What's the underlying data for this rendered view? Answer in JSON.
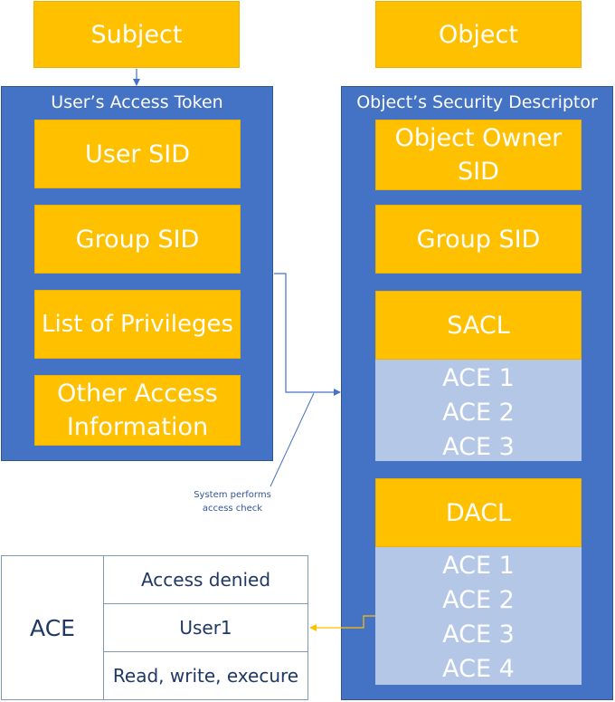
{
  "subject": {
    "label": "Subject"
  },
  "object": {
    "label": "Object"
  },
  "access_token": {
    "title": "User’s Access Token",
    "items": [
      "User SID",
      "Group SID",
      "List of Privileges",
      "Other Access Information"
    ]
  },
  "security_descriptor": {
    "title": "Object’s Security Descriptor",
    "owner": "Object Owner SID",
    "group": "Group SID",
    "sacl": {
      "label": "SACL",
      "aces": [
        "ACE 1",
        "ACE 2",
        "ACE 3"
      ]
    },
    "dacl": {
      "label": "DACL",
      "aces": [
        "ACE 1",
        "ACE 2",
        "ACE 3",
        "ACE 4"
      ]
    }
  },
  "access_check_note": {
    "line1": "System performs",
    "line2": "access check"
  },
  "ace_table": {
    "label": "ACE",
    "rows": [
      "Access denied",
      "User1",
      "Read, write, execure"
    ]
  },
  "colors": {
    "orange": "#FFC000",
    "blue": "#4472C4",
    "light_blue": "#B4C7E7",
    "arrow_blue": "#4472C4",
    "arrow_orange": "#FFC000"
  }
}
